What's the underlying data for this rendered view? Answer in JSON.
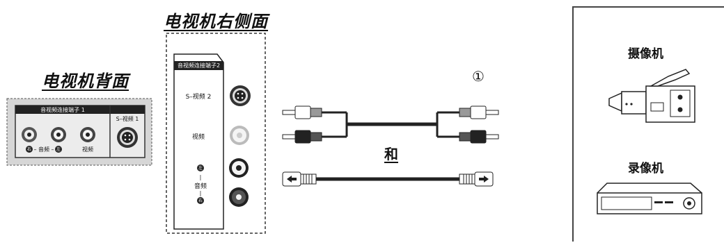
{
  "titles": {
    "tv_rear": "电视机背面",
    "tv_side": "电视机右侧面"
  },
  "rear_panel": {
    "av_terminal_label": "音视频连接端子 1",
    "svideo_label": "S–视频 1",
    "audio_label": "– 音频 –",
    "left_badge": "左",
    "right_badge": "右",
    "video_label": "视频"
  },
  "side_panel": {
    "header": "音视频连接端子2",
    "svideo_label": "S–视频 2",
    "video_label": "视频",
    "left_badge": "左",
    "audio_label": "音频",
    "right_badge": "右"
  },
  "cables": {
    "marker": "①",
    "and_label": "和"
  },
  "devices": {
    "camcorder": "摄像机",
    "vcr": "录像机"
  }
}
